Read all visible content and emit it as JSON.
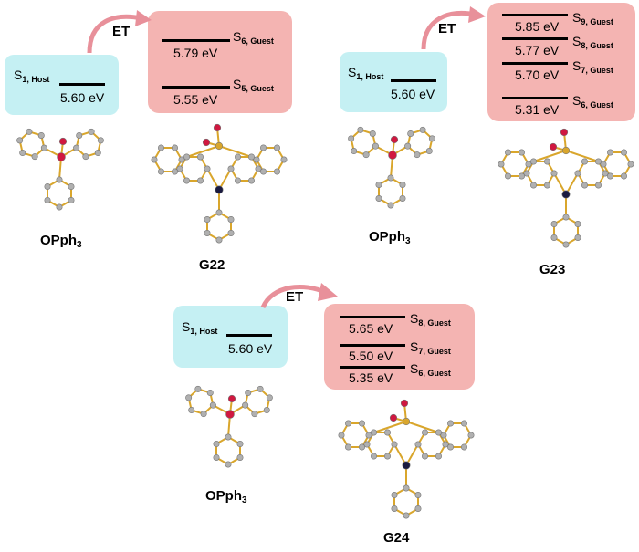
{
  "panels": [
    {
      "host": {
        "state_main": "S",
        "state_sub": "1, Host",
        "value": "5.60 eV",
        "name_main": "OPph",
        "name_sub": "3"
      },
      "et_label": "ET",
      "guest": {
        "name": "G22",
        "levels": [
          {
            "value": "5.79 eV",
            "state_main": "S",
            "state_sub": "6, Guest"
          },
          {
            "value": "5.55 eV",
            "state_main": "S",
            "state_sub": "5, Guest"
          }
        ]
      }
    },
    {
      "host": {
        "state_main": "S",
        "state_sub": "1, Host",
        "value": "5.60 eV",
        "name_main": "OPph",
        "name_sub": "3"
      },
      "et_label": "ET",
      "guest": {
        "name": "G23",
        "levels": [
          {
            "value": "5.85 eV",
            "state_main": "S",
            "state_sub": "9, Guest"
          },
          {
            "value": "5.77 eV",
            "state_main": "S",
            "state_sub": "8, Guest"
          },
          {
            "value": "5.70 eV",
            "state_main": "S",
            "state_sub": "7, Guest"
          },
          {
            "value": "5.31 eV",
            "state_main": "S",
            "state_sub": "6, Guest"
          }
        ]
      }
    },
    {
      "host": {
        "state_main": "S",
        "state_sub": "1, Host",
        "value": "5.60 eV",
        "name_main": "OPph",
        "name_sub": "3"
      },
      "et_label": "ET",
      "guest": {
        "name": "G24",
        "levels": [
          {
            "value": "5.65 eV",
            "state_main": "S",
            "state_sub": "8, Guest"
          },
          {
            "value": "5.50 eV",
            "state_main": "S",
            "state_sub": "7, Guest"
          },
          {
            "value": "5.35 eV",
            "state_main": "S",
            "state_sub": "6, Guest"
          }
        ]
      }
    }
  ],
  "colors": {
    "host_box": "#c5f0f3",
    "guest_box": "#f4b4b2",
    "arrow": "#e8909a",
    "bond": "#d9a62c",
    "carbon": "#b0b0b0",
    "oxygen": "#d01840",
    "phosphorus": "#d01840",
    "nitrogen": "#1a1a40"
  }
}
